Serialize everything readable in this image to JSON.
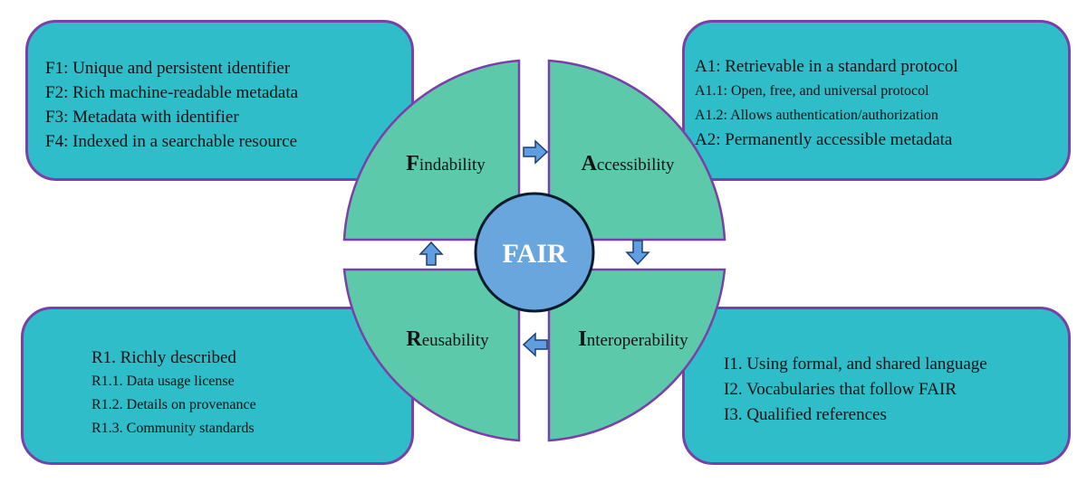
{
  "center": {
    "label": "FAIR"
  },
  "quadrants": {
    "findability": {
      "initial": "F",
      "rest": "indability"
    },
    "accessibility": {
      "initial": "A",
      "rest": "ccessibility"
    },
    "reusability": {
      "initial": "R",
      "rest": "eusability"
    },
    "interoperability": {
      "initial": "I",
      "rest": "nteroperability"
    }
  },
  "boxes": {
    "findability": [
      "F1: Unique and persistent identifier",
      "F2: Rich machine-readable metadata",
      "F3: Metadata with identifier",
      "F4: Indexed in a searchable resource"
    ],
    "accessibility": [
      "A1: Retrievable in a standard protocol",
      "A1.1: Open, free, and universal protocol",
      "A1.2: Allows authentication/authorization",
      "A2: Permanently accessible metadata"
    ],
    "reusability": [
      "R1. Richly described",
      "R1.1. Data usage license",
      "R1.2. Details on provenance",
      "R1.3. Community standards"
    ],
    "interoperability": [
      "I1. Using formal, and shared language",
      "I2. Vocabularies that follow FAIR",
      "I3. Qualified references"
    ]
  },
  "colors": {
    "box_fill": "#2ebdc9",
    "box_border": "#7a3fa8",
    "quadrant_fill": "#5cc9aa",
    "center_fill": "#6aa6de",
    "arrow_fill": "#5f9ee0"
  }
}
